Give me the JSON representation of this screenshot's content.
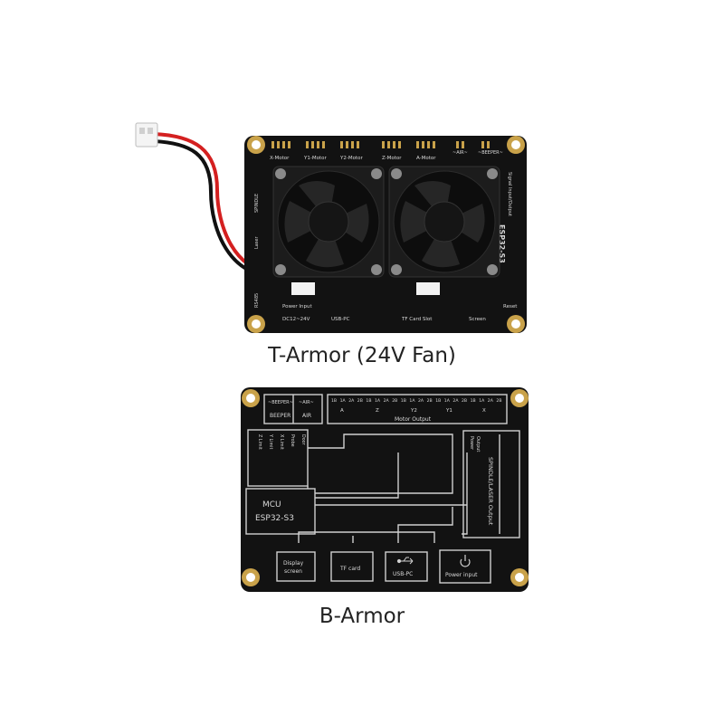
{
  "top_board": {
    "caption": "T-Armor (24V Fan)",
    "motor_labels": [
      "X-Motor",
      "Y1-Motor",
      "Y2-Motor",
      "Z-Motor",
      "A-Motor"
    ],
    "right_labels": [
      "Signal Input/Output",
      "ESP32-S3"
    ],
    "bottom_labels": [
      "Power Input",
      "DC12~24V",
      "USB-PC",
      "TF Card Slot",
      "Screen",
      "Reset"
    ],
    "left_labels": [
      "SPINDLE",
      "Laser",
      "RS485"
    ],
    "header_tags": [
      "~AIR~",
      "~BEEPER~"
    ]
  },
  "bottom_board": {
    "caption": "B-Armor",
    "beeper_box": {
      "tag1": "~BEEPER~",
      "tag2": "~AIR~",
      "label1": "BEEPER",
      "label2": "AIR"
    },
    "motor_output": {
      "pins": [
        "1B",
        "1A",
        "2A",
        "2B",
        "1B",
        "1A",
        "2A",
        "2B",
        "1B",
        "1A",
        "2A",
        "2B",
        "1B",
        "1A",
        "2A",
        "2B",
        "1B",
        "1A",
        "2A",
        "2B"
      ],
      "axes": [
        "A",
        "Z",
        "Y2",
        "Y1",
        "X"
      ],
      "label": "Motor Output"
    },
    "limits_box": {
      "rows": [
        "Z Limit",
        "Y Limit",
        "X Limit",
        "Probe",
        "Door"
      ]
    },
    "mcu": {
      "line1": "MCU",
      "line2": "ESP32-S3"
    },
    "display_screen": {
      "line1": "Display",
      "line2": "screen"
    },
    "tf_card": {
      "label": "TF card"
    },
    "usb_pc": {
      "label": "USB-PC"
    },
    "power_input": {
      "label": "Power input"
    },
    "spindle_box": {
      "label1": "Power",
      "label2": "Output",
      "label3": "SPINDLE/LASER Output"
    }
  },
  "colors": {
    "pcb": "#121212",
    "silk": "#d9d9d9",
    "gold": "#c9a24a",
    "fan": "#1c1c1c",
    "wire_red": "#d42020"
  }
}
